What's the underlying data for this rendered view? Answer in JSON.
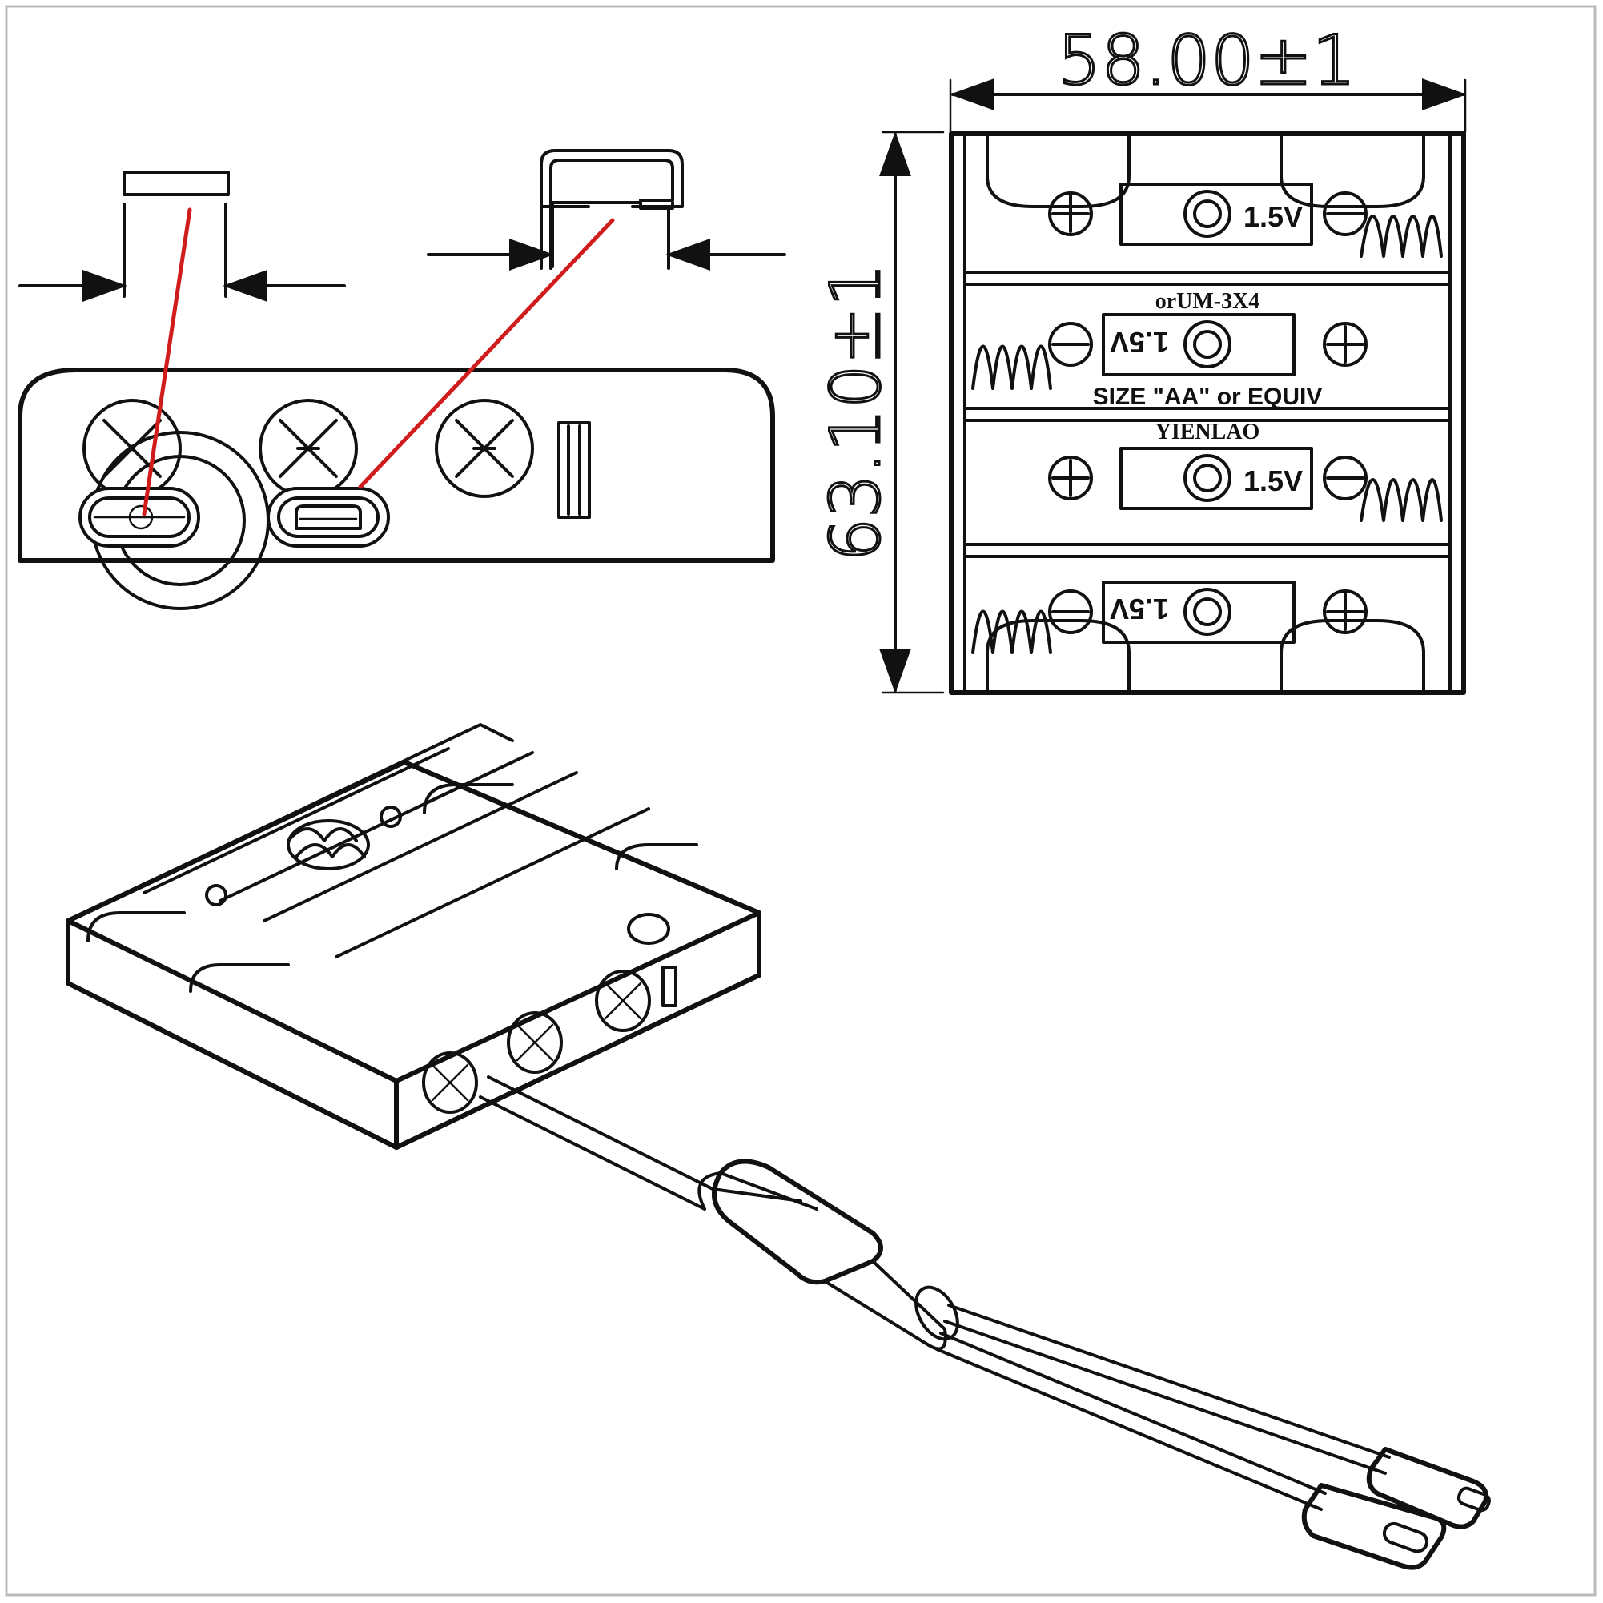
{
  "dimensions": {
    "width_label": "58.00±1",
    "height_label": "63.10±1"
  },
  "holder_labels": {
    "voltage": "1.5V",
    "model_text": "orUM-3X4",
    "size_text": "SIZE \"AA\" or EQUIV",
    "brand": "YIENLAO"
  },
  "colors": {
    "line": "#111111",
    "callout": "#d01c1c",
    "background": "#ffffff"
  }
}
